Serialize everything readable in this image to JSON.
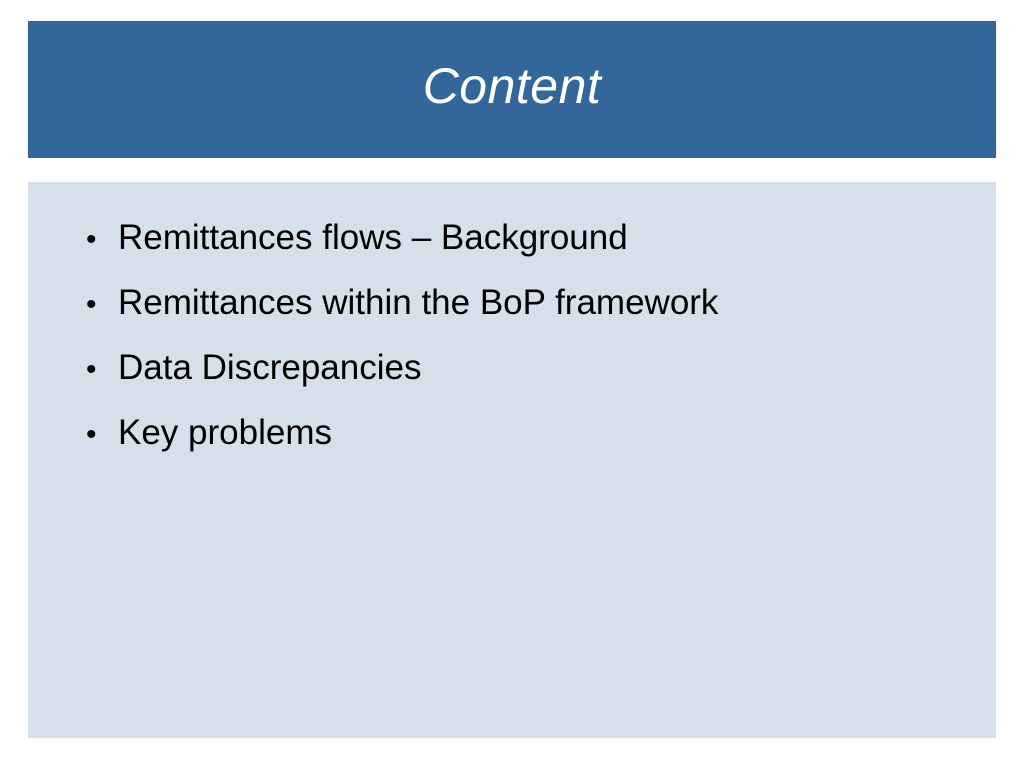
{
  "slide": {
    "title": "Content",
    "bullet_symbol": "•",
    "bullets": [
      "Remittances flows – Background",
      "Remittances within the BoP framework",
      "Data Discrepancies",
      "Key problems"
    ]
  },
  "colors": {
    "title_bar": "#336699",
    "content_box": "#d6e0ea",
    "title_text": "#ffffff",
    "body_text": "#000000"
  }
}
